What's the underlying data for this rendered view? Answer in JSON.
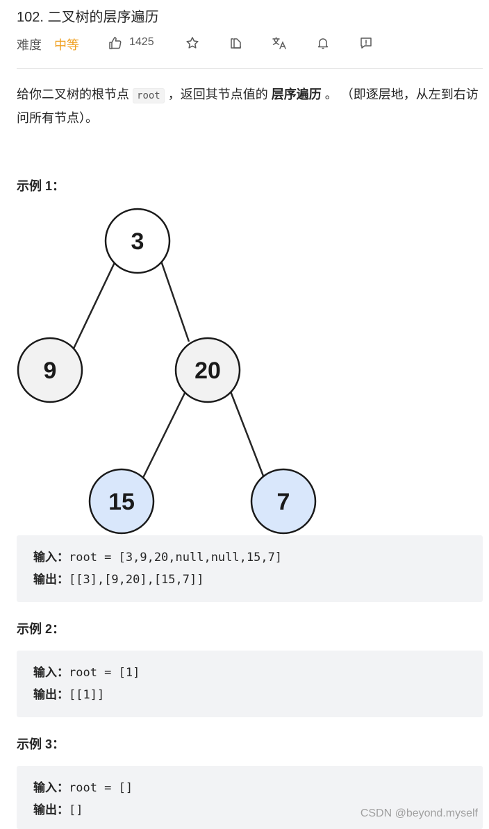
{
  "problem": {
    "title": "102. 二叉树的层序遍历",
    "difficulty_label": "难度",
    "difficulty_value": "中等",
    "like_count": "1425"
  },
  "toolbar_icons": [
    "thumbs-up-icon",
    "star-icon",
    "share-icon",
    "translate-icon",
    "bell-icon",
    "feedback-icon"
  ],
  "description": {
    "part1": "给你二叉树的根节点 ",
    "code": "root",
    "part2": " ，返回其节点值的 ",
    "bold": "层序遍历",
    "part3": " 。 （即逐层地，从左到右访问所有节点）。"
  },
  "examples": [
    {
      "heading": "示例 1：",
      "input_label": "输入：",
      "input_value": "root = [3,9,20,null,null,15,7]",
      "output_label": "输出：",
      "output_value": "[[3],[9,20],[15,7]]"
    },
    {
      "heading": "示例 2：",
      "input_label": "输入：",
      "input_value": "root = [1]",
      "output_label": "输出：",
      "output_value": "[[1]]"
    },
    {
      "heading": "示例 3：",
      "input_label": "输入：",
      "input_value": "root = []",
      "output_label": "输出：",
      "output_value": "[]"
    }
  ],
  "tree": {
    "nodes": [
      {
        "label": "3",
        "fill": "#ffffff"
      },
      {
        "label": "9",
        "fill": "#f2f2f2"
      },
      {
        "label": "20",
        "fill": "#f2f2f2"
      },
      {
        "label": "15",
        "fill": "#d9e7fb"
      },
      {
        "label": "7",
        "fill": "#d9e7fb"
      }
    ]
  },
  "watermark": "CSDN @beyond.myself"
}
